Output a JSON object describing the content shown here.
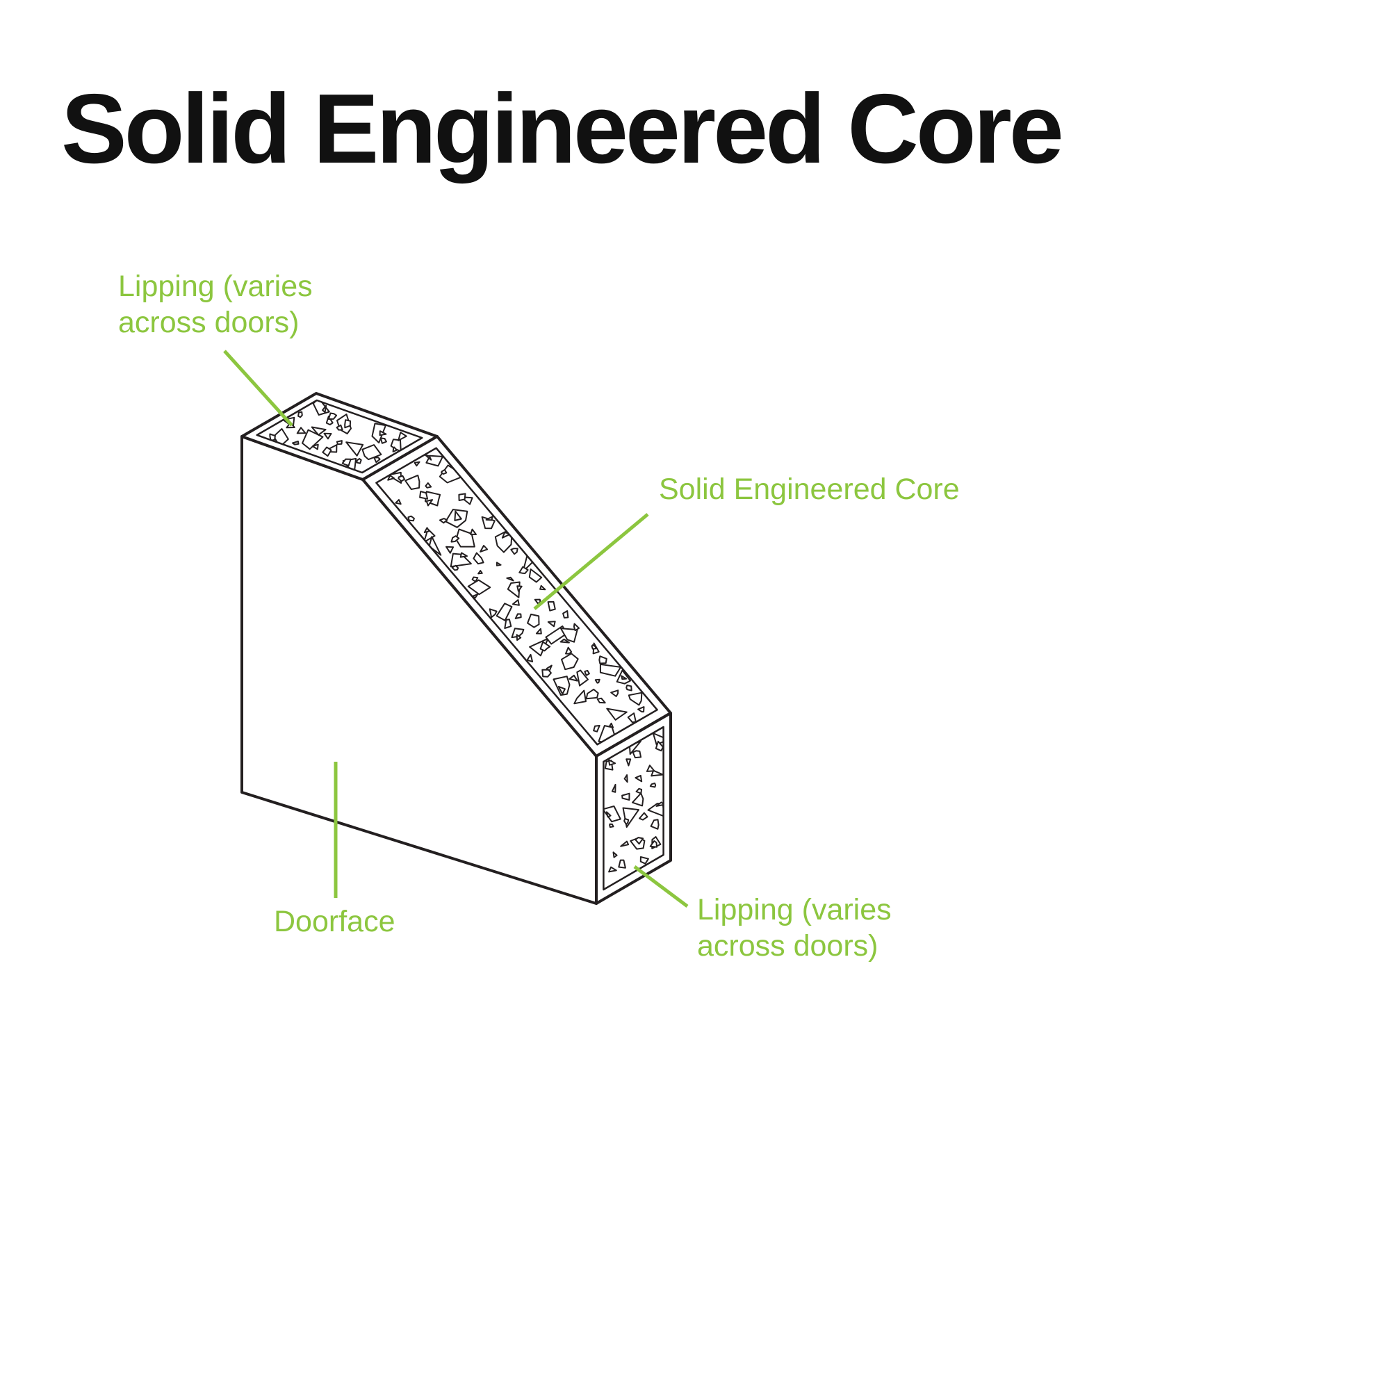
{
  "title": "Solid Engineered Core",
  "diagram": {
    "labels": {
      "lipping_top": "Lipping (varies\nacross doors)",
      "core": "Solid Engineered Core",
      "doorface": "Doorface",
      "lipping_bottom": "Lipping (varies\nacross doors)"
    }
  },
  "colors": {
    "accent": "#8CC63F",
    "line": "#231F20",
    "title": "#111111",
    "background": "#FFFFFF"
  }
}
